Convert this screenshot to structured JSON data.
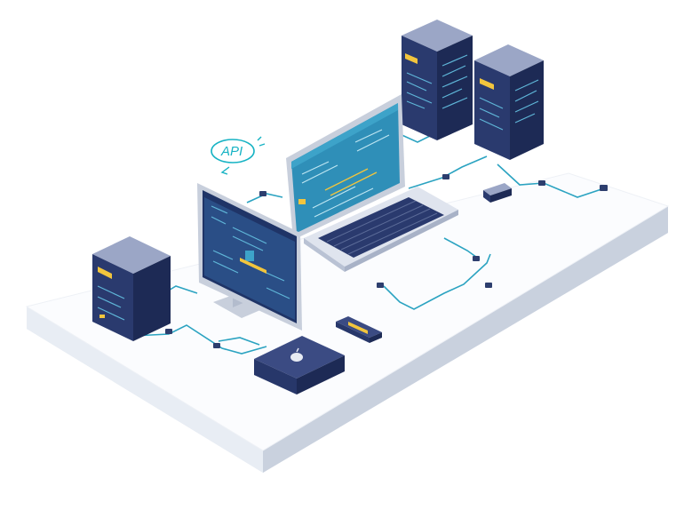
{
  "scene": {
    "api_badge": {
      "text": "API",
      "icon": "cloud-api-icon"
    }
  },
  "colors": {
    "platform_top": "#fbfcfe",
    "platform_side": "#dfe5ee",
    "platform_side_dark": "#c9d1de",
    "server_front": "#2a3a6e",
    "server_side": "#1d2a55",
    "server_top": "#9ba6c6",
    "screen": "#2f8fb8",
    "accent_yellow": "#f2c53d",
    "cable": "#2ba3c1",
    "api": "#17b3c4"
  },
  "devices": [
    {
      "kind": "server",
      "icon": "rack-server-icon"
    },
    {
      "kind": "server",
      "icon": "rack-server-icon"
    },
    {
      "kind": "server",
      "icon": "rack-server-icon"
    },
    {
      "kind": "monitor",
      "icon": "desktop-monitor-icon"
    },
    {
      "kind": "laptop",
      "icon": "laptop-icon"
    },
    {
      "kind": "mini-pc",
      "icon": "mini-pc-icon"
    },
    {
      "kind": "usb-drive",
      "icon": "usb-drive-icon"
    },
    {
      "kind": "network-adapter",
      "icon": "network-adapter-icon"
    }
  ]
}
